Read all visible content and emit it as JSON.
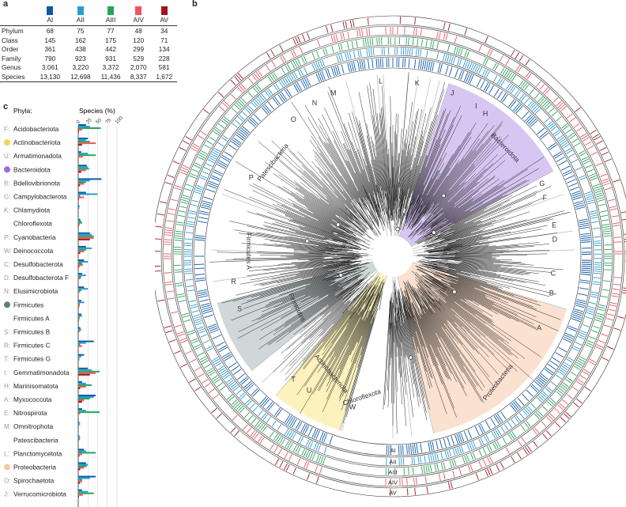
{
  "panel_a": {
    "letter": "a",
    "columns": [
      {
        "name": "AI",
        "color": "#0d5aa7"
      },
      {
        "name": "AII",
        "color": "#2a9bd6"
      },
      {
        "name": "AIII",
        "color": "#26a55a"
      },
      {
        "name": "AIV",
        "color": "#f0545a"
      },
      {
        "name": "AV",
        "color": "#a3141c"
      }
    ],
    "rows": [
      {
        "rank": "Phylum",
        "values": [
          "68",
          "75",
          "77",
          "48",
          "34"
        ]
      },
      {
        "rank": "Class",
        "values": [
          "145",
          "162",
          "175",
          "120",
          "71"
        ]
      },
      {
        "rank": "Order",
        "values": [
          "361",
          "438",
          "442",
          "299",
          "134"
        ]
      },
      {
        "rank": "Family",
        "values": [
          "790",
          "923",
          "931",
          "529",
          "228"
        ]
      },
      {
        "rank": "Genus",
        "values": [
          "3,061",
          "3,220",
          "3,372",
          "2,070",
          "581"
        ]
      },
      {
        "rank": "Species",
        "values": [
          "13,130",
          "12,698",
          "11,436",
          "8,337",
          "1,672"
        ]
      }
    ]
  },
  "panel_b": {
    "letter": "b",
    "clade_labels": [
      "O",
      "N",
      "M",
      "L",
      "K",
      "J",
      "I",
      "H",
      "G",
      "F",
      "E",
      "D",
      "C",
      "B",
      "A",
      "P",
      "R",
      "S",
      "T",
      "U",
      "W"
    ],
    "group_labels": {
      "patescibacteria": "Patescibacteria",
      "bacteroidota": "Bacteroidota",
      "firmicutes_a": "Firmicutes A",
      "firmicutes": "Firmicutes",
      "actinobacteriota": "Actinobacteriota",
      "chloroflexota": "Chloroflexota",
      "proteobacteria": "Proteobacteria"
    },
    "ring_labels": [
      "AI",
      "AII",
      "AIII",
      "AIV",
      "AV"
    ],
    "colors": {
      "patescibacteria": "#e6e6e6",
      "bacteroidota": "#d8c6f2",
      "firmicutes": "#cfd7d9",
      "actinobacteriota": "#fbf2be",
      "proteobacteria": "#fbe1d0"
    }
  },
  "panel_c": {
    "letter": "c",
    "phyla_header": "Phyla:",
    "species_header": "Species (%)",
    "ticks": [
      "0",
      "25",
      "50",
      "75",
      "100"
    ],
    "phyla": [
      {
        "code": "F:",
        "name": "Acidobacteriota",
        "values": [
          20,
          30,
          58,
          10,
          2
        ]
      },
      {
        "code": "",
        "name": "Actinobacteriota",
        "dot": "#f5d35a",
        "values": [
          25,
          20,
          30,
          45,
          10
        ]
      },
      {
        "code": "U:",
        "name": "Armatimonadota",
        "values": [
          8,
          25,
          45,
          12,
          0
        ]
      },
      {
        "code": "",
        "name": "Bacteroidota",
        "dot": "#9a6fe0",
        "values": [
          22,
          25,
          28,
          20,
          8
        ]
      },
      {
        "code": "B:",
        "name": "Bdellovibrionota",
        "values": [
          60,
          30,
          20,
          15,
          5
        ]
      },
      {
        "code": "G:",
        "name": "Campylobacterota",
        "values": [
          20,
          50,
          5,
          15,
          2
        ]
      },
      {
        "code": "K:",
        "name": "Chlamydiota",
        "values": [
          3,
          3,
          0,
          0,
          0
        ]
      },
      {
        "code": "",
        "name": "Chloroflexota",
        "values": [
          5,
          8,
          10,
          4,
          1
        ]
      },
      {
        "code": "P:",
        "name": "Cyanobacteria",
        "values": [
          30,
          35,
          40,
          40,
          30
        ]
      },
      {
        "code": "W:",
        "name": "Deinococcota",
        "values": [
          20,
          35,
          20,
          15,
          5
        ]
      },
      {
        "code": "C:",
        "name": "Desulfobacterota",
        "values": [
          15,
          25,
          10,
          12,
          3
        ]
      },
      {
        "code": "D:",
        "name": "Desulfobacterota F",
        "values": [
          10,
          20,
          8,
          6,
          0
        ]
      },
      {
        "code": "N:",
        "name": "Elusimicrobiota",
        "values": [
          15,
          25,
          8,
          4,
          0
        ]
      },
      {
        "code": "",
        "name": "Firmicutes",
        "dot": "#5f7d7d",
        "values": [
          8,
          15,
          4,
          4,
          1
        ]
      },
      {
        "code": "",
        "name": "Firmicutes A",
        "values": [
          8,
          10,
          4,
          3,
          1
        ]
      },
      {
        "code": "S:",
        "name": "Firmicutes B",
        "values": [
          5,
          8,
          5,
          2,
          0
        ]
      },
      {
        "code": "R:",
        "name": "Firmicutes C",
        "values": [
          40,
          20,
          5,
          10,
          0
        ]
      },
      {
        "code": "T:",
        "name": "Firmicutes G",
        "values": [
          15,
          8,
          3,
          3,
          0
        ]
      },
      {
        "code": "I:",
        "name": "Gemmatimonadota",
        "values": [
          25,
          35,
          55,
          45,
          30
        ]
      },
      {
        "code": "H:",
        "name": "Marinisomatota",
        "values": [
          10,
          20,
          35,
          20,
          5
        ]
      },
      {
        "code": "A:",
        "name": "Myxococcota",
        "values": [
          45,
          40,
          30,
          15,
          10
        ]
      },
      {
        "code": "E:",
        "name": "Nitrospirota",
        "values": [
          10,
          20,
          55,
          5,
          0
        ]
      },
      {
        "code": "M:",
        "name": "Omnitrophota",
        "values": [
          3,
          5,
          2,
          0,
          0
        ]
      },
      {
        "code": "",
        "name": "Patescibacteria",
        "values": [
          3,
          5,
          4,
          1,
          0
        ]
      },
      {
        "code": "L:",
        "name": "Planctomycetota",
        "values": [
          15,
          20,
          45,
          10,
          3
        ]
      },
      {
        "code": "",
        "name": "Proteobacteria",
        "dot": "#f7c99a",
        "values": [
          20,
          25,
          22,
          15,
          5
        ]
      },
      {
        "code": "O:",
        "name": "Spirochaetota",
        "values": [
          45,
          30,
          10,
          10,
          5
        ]
      },
      {
        "code": "J:",
        "name": "Verrucomicrobiota",
        "values": [
          10,
          25,
          40,
          12,
          2
        ]
      }
    ]
  }
}
